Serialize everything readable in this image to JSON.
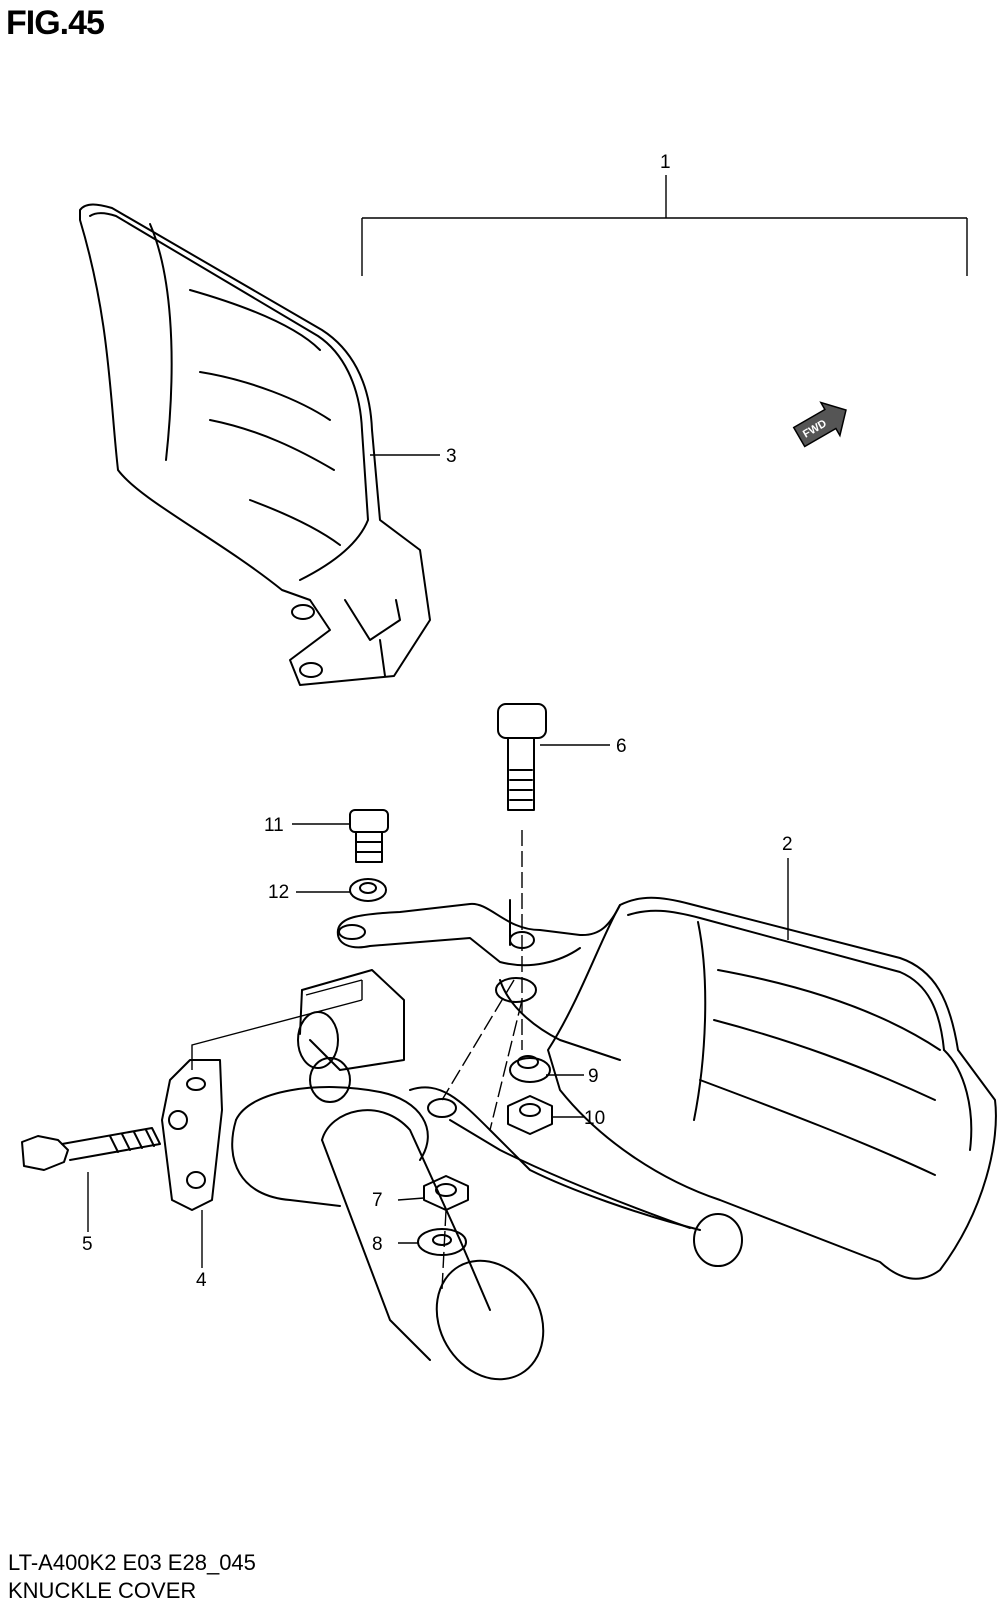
{
  "figure_title": "FIG.45",
  "model_code": "LT-A400K2 E03 E28_045",
  "section_name": "KNUCKLE COVER",
  "fwd_label": "FWD",
  "callouts": [
    "1",
    "2",
    "3",
    "4",
    "5",
    "6",
    "7",
    "8",
    "9",
    "10",
    "11",
    "12"
  ]
}
